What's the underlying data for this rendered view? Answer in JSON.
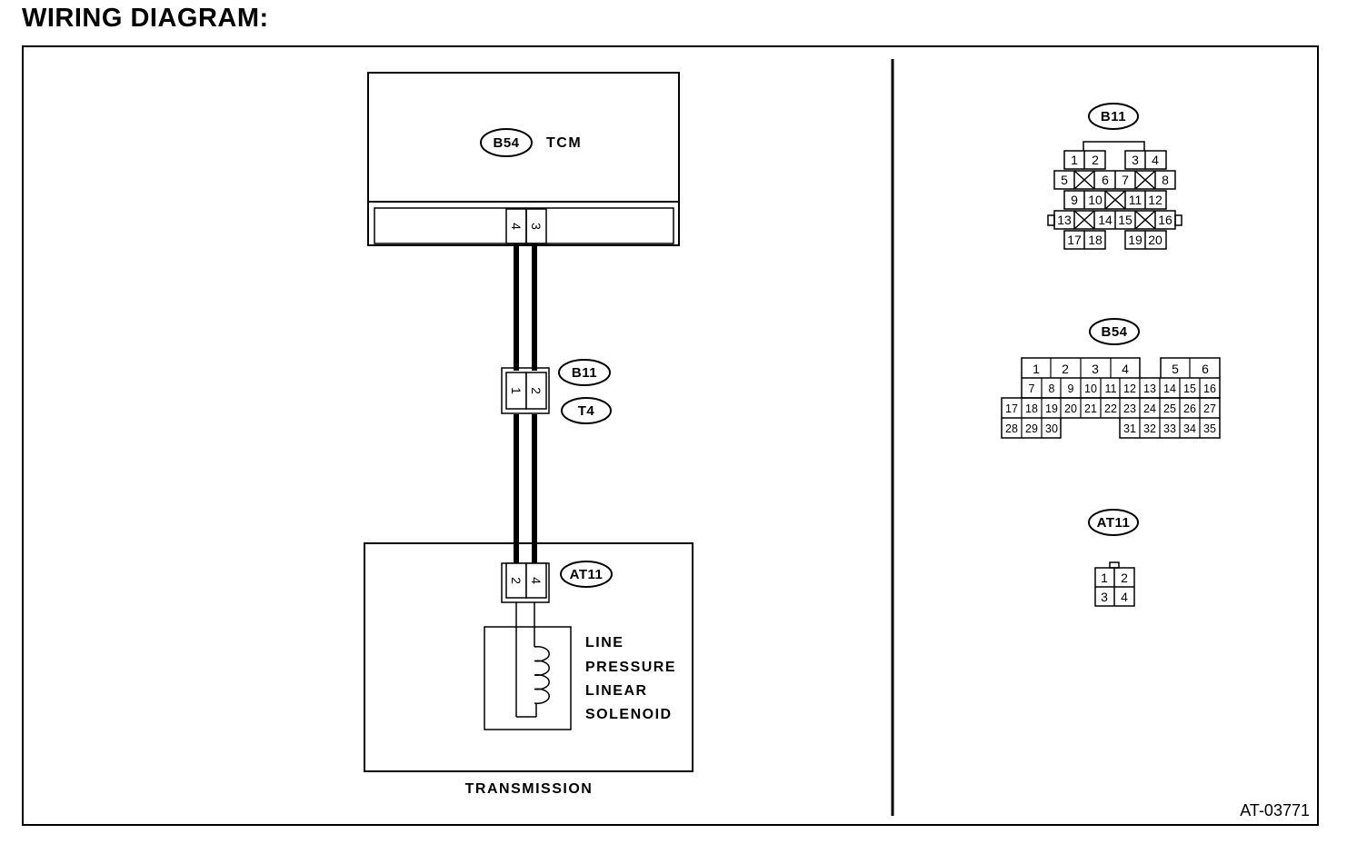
{
  "title": "WIRING DIAGRAM:",
  "figure_id": "AT-03771",
  "tcm": {
    "connector": "B54",
    "name": "TCM",
    "pins": [
      "4",
      "3"
    ]
  },
  "joint": {
    "connectors": [
      "B11",
      "T4"
    ],
    "pins": [
      "1",
      "2"
    ]
  },
  "transmission": {
    "label": "TRANSMISSION",
    "connector": "AT11",
    "pins": [
      "2",
      "4"
    ],
    "solenoid_lines": [
      "LINE",
      "PRESSURE",
      "LINEAR",
      "SOLENOID"
    ]
  },
  "connector_views": {
    "b11": {
      "name": "B11",
      "row1": [
        "1",
        "2",
        "3",
        "4"
      ],
      "row2": [
        "5",
        "6",
        "7",
        "8"
      ],
      "row3": [
        "9",
        "10",
        "11",
        "12"
      ],
      "row4": [
        "13",
        "14",
        "15",
        "16"
      ],
      "row5": [
        "17",
        "18",
        "19",
        "20"
      ]
    },
    "b54": {
      "name": "B54",
      "row1": [
        "1",
        "2",
        "3",
        "4",
        "5",
        "6"
      ],
      "row2": [
        "7",
        "8",
        "9",
        "10",
        "11",
        "12",
        "13",
        "14",
        "15",
        "16"
      ],
      "row3": [
        "17",
        "18",
        "19",
        "20",
        "21",
        "22",
        "23",
        "24",
        "25",
        "26",
        "27"
      ],
      "row4": [
        "28",
        "29",
        "30",
        "31",
        "32",
        "33",
        "34",
        "35"
      ]
    },
    "at11": {
      "name": "AT11",
      "pins": [
        "1",
        "2",
        "3",
        "4"
      ]
    }
  }
}
